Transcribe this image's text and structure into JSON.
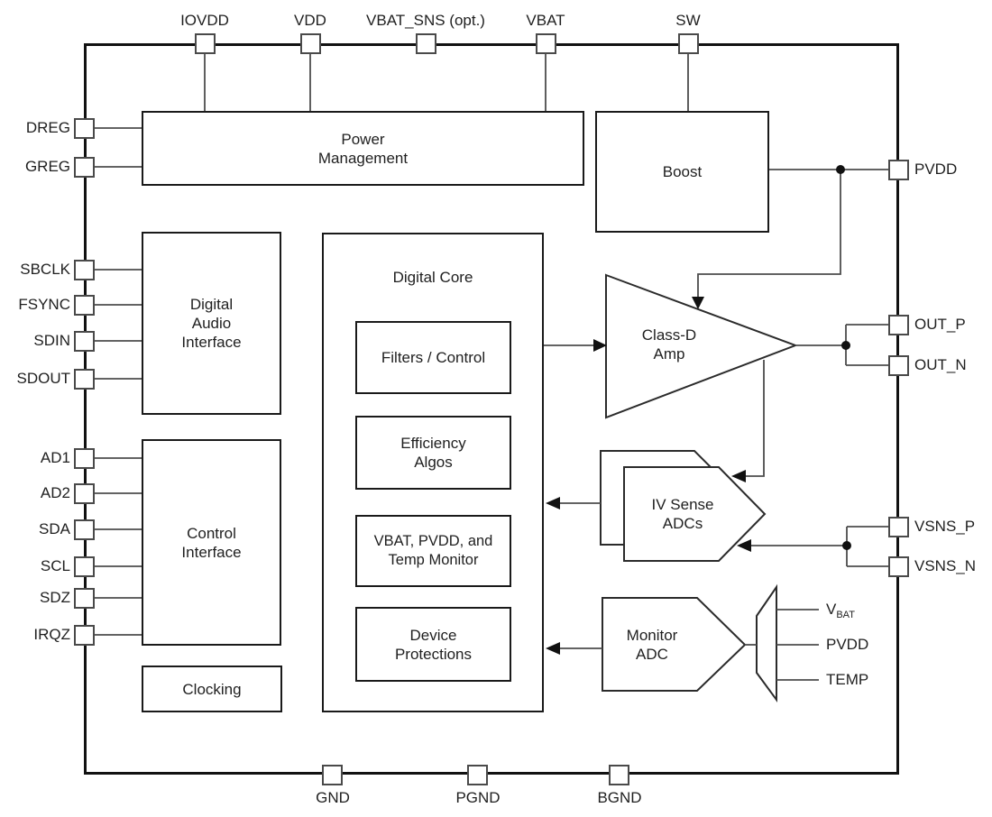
{
  "pins": {
    "top": [
      {
        "label": "IOVDD"
      },
      {
        "label": "VDD"
      },
      {
        "label": "VBAT_SNS (opt.)"
      },
      {
        "label": "VBAT"
      },
      {
        "label": "SW"
      }
    ],
    "left": [
      {
        "label": "DREG"
      },
      {
        "label": "GREG"
      },
      {
        "label": "SBCLK"
      },
      {
        "label": "FSYNC"
      },
      {
        "label": "SDIN"
      },
      {
        "label": "SDOUT"
      },
      {
        "label": "AD1"
      },
      {
        "label": "AD2"
      },
      {
        "label": "SDA"
      },
      {
        "label": "SCL"
      },
      {
        "label": "SDZ"
      },
      {
        "label": "IRQZ"
      }
    ],
    "right": [
      {
        "label": "PVDD"
      },
      {
        "label": "OUT_P"
      },
      {
        "label": "OUT_N"
      },
      {
        "label": "VSNS_P"
      },
      {
        "label": "VSNS_N"
      }
    ],
    "bottom": [
      {
        "label": "GND"
      },
      {
        "label": "PGND"
      },
      {
        "label": "BGND"
      }
    ]
  },
  "blocks": {
    "power_management": {
      "line1": "Power",
      "line2": "Management"
    },
    "boost": {
      "label": "Boost"
    },
    "digital_audio_interface": {
      "line1": "Digital",
      "line2": "Audio",
      "line3": "Interface"
    },
    "control_interface": {
      "line1": "Control",
      "line2": "Interface"
    },
    "clocking": {
      "label": "Clocking"
    },
    "digital_core": {
      "title": "Digital Core"
    },
    "filters_control": {
      "label": "Filters / Control"
    },
    "efficiency_algos": {
      "line1": "Efficiency",
      "line2": "Algos"
    },
    "vbat_pvdd_temp_monitor": {
      "line1": "VBAT, PVDD, and",
      "line2": "Temp Monitor"
    },
    "device_protections": {
      "line1": "Device",
      "line2": "Protections"
    },
    "class_d_amp": {
      "line1": "Class-D",
      "line2": "Amp"
    },
    "iv_sense_adcs": {
      "line1": "IV Sense",
      "line2": "ADCs"
    },
    "monitor_adc": {
      "line1": "Monitor",
      "line2": "ADC"
    }
  },
  "mux_outputs": {
    "vbat": {
      "main": "V",
      "sub": "BAT"
    },
    "pvdd": {
      "label": "PVDD"
    },
    "temp": {
      "label": "TEMP"
    }
  },
  "colors": {
    "background": "#ffffff",
    "block_border": "#1a1a1a",
    "wire": "#4d4d4d",
    "text": "#1f1f1f",
    "arrow_fill": "#111111"
  }
}
